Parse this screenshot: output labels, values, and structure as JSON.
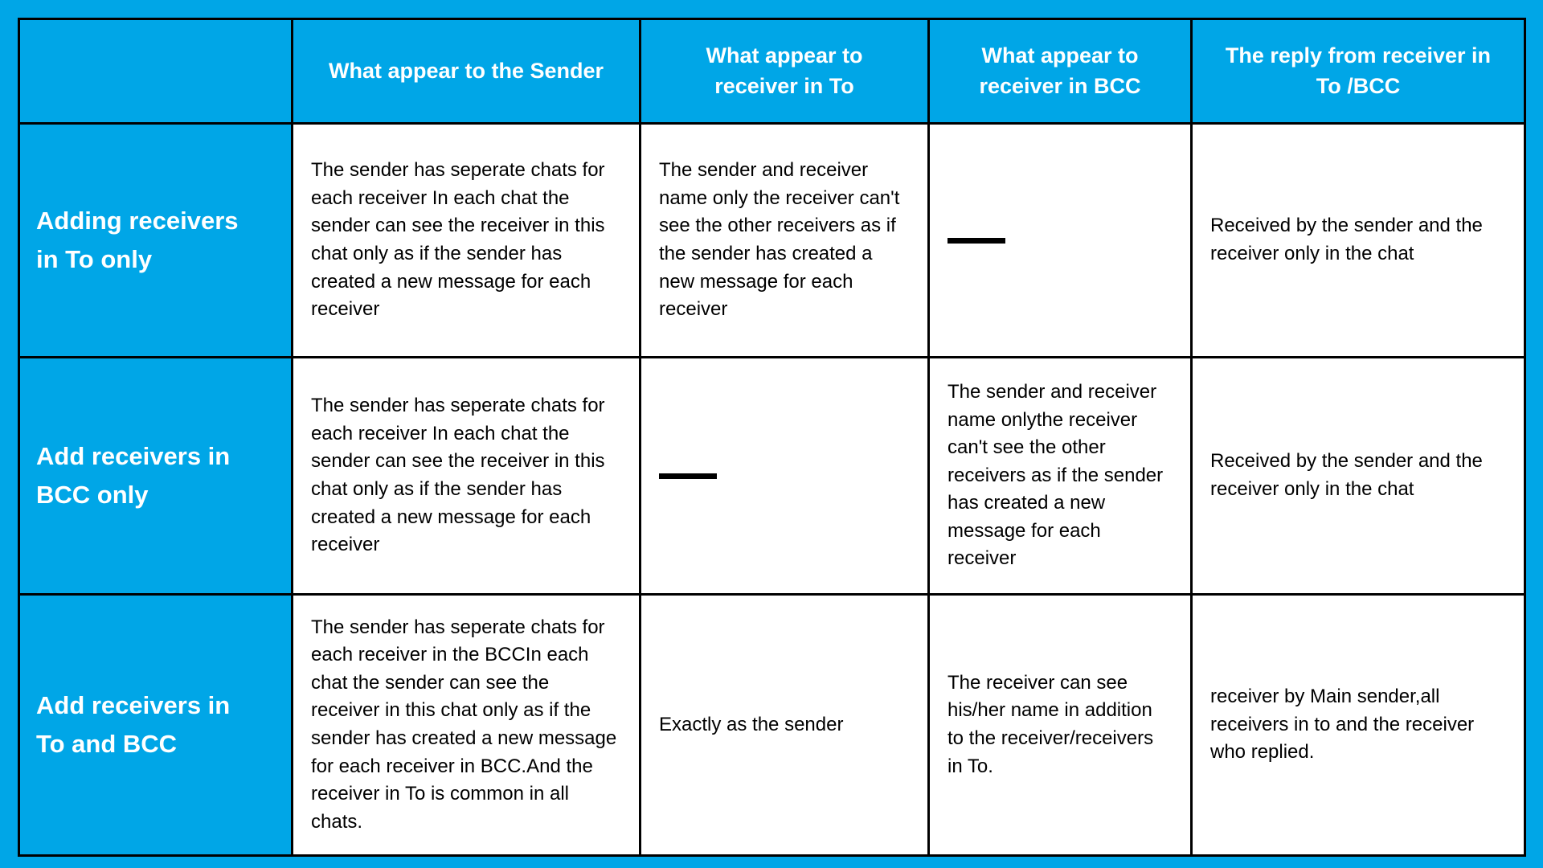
{
  "colors": {
    "background": "#00a6e7",
    "header_bg": "#00a6e7",
    "row_label_bg": "#00a6e7",
    "cell_bg": "#ffffff",
    "border": "#000000",
    "header_text": "#ffffff",
    "body_text": "#000000"
  },
  "table": {
    "columns": [
      {
        "label": ""
      },
      {
        "label": "What appear to the Sender"
      },
      {
        "label": "What appear to\nreceiver in To"
      },
      {
        "label": "What appear to\nreceiver in BCC"
      },
      {
        "label": "The reply from receiver in\nTo /BCC"
      }
    ],
    "rows": [
      {
        "label": "Adding receivers\nin To only",
        "sender": "The sender has seperate chats for each receiver In each chat the sender can see the receiver in this chat only as if the sender has created a new message for each receiver",
        "to": "The sender and receiver name only the receiver can't see the other receivers as if the sender has created a new message for each receiver",
        "bcc": "—",
        "reply": "Received by the sender and the receiver only in the chat"
      },
      {
        "label": "Add receivers in\nBCC only",
        "sender": "The sender has seperate chats for each receiver In each chat the sender can see the receiver in this chat only as if the sender has created a new message for each receiver",
        "to": "—",
        "bcc": "The sender and receiver name onlythe receiver can't see the other receivers as if the sender has created a new message for each receiver",
        "reply": "Received by the sender and the receiver only in the chat"
      },
      {
        "label": "Add receivers in\nTo and BCC",
        "sender": "The sender has seperate chats for each receiver in the BCCIn each chat the sender can see the receiver in this chat only as if the sender has created a new message for each receiver in BCC.And the receiver in To is common in all chats.",
        "to": "Exactly as the sender",
        "bcc": "The receiver can see his/her name in addition to the receiver/receivers in To.",
        "reply": "receiver by Main sender,all receivers in to and the receiver who replied."
      }
    ]
  }
}
